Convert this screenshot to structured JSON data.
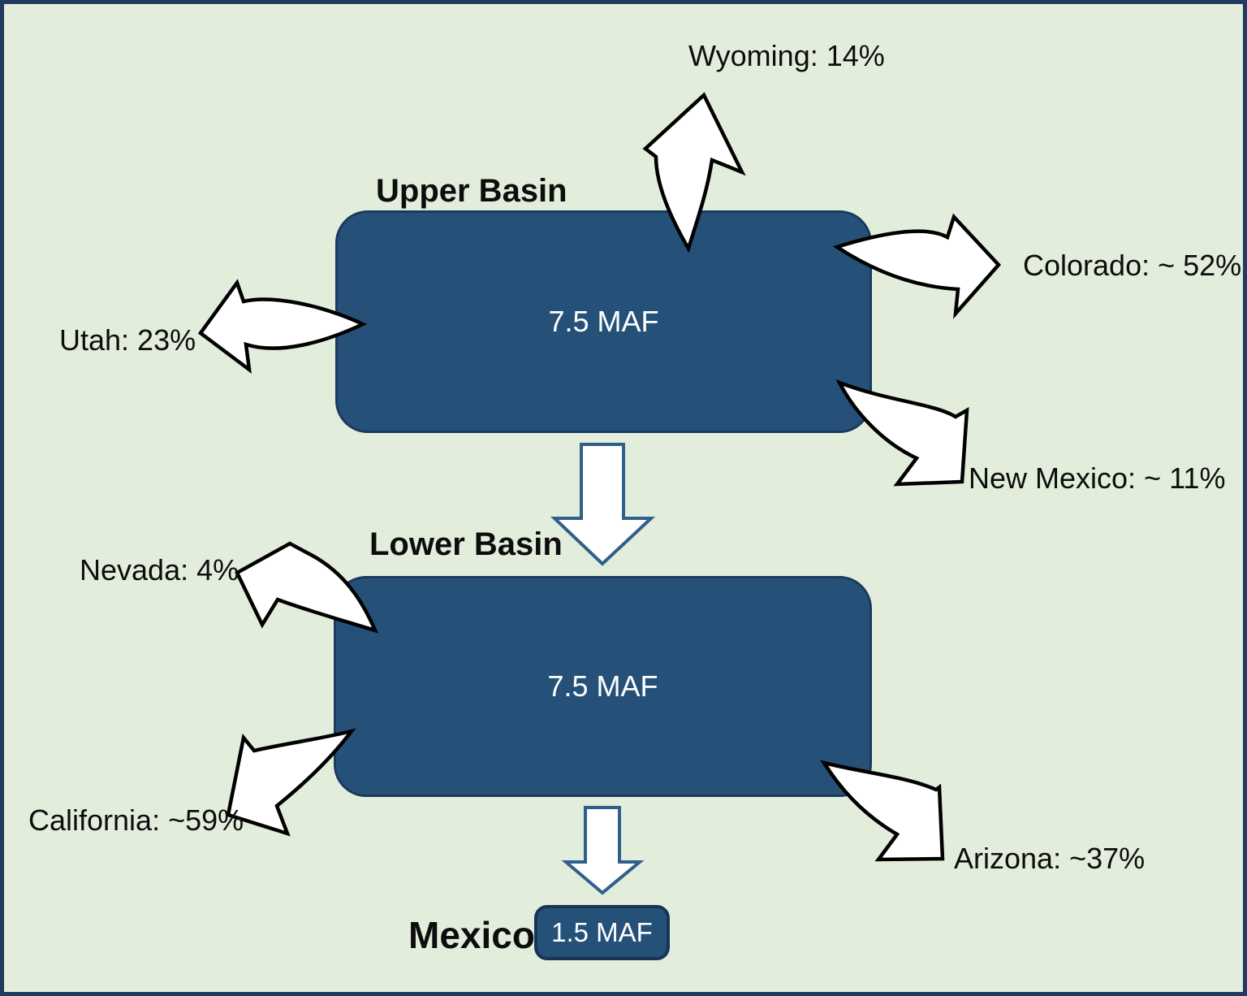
{
  "palette": {
    "background": "#e2eedb",
    "frame_border": "#203a61",
    "box_fill": "#255179",
    "box_border": "#1a3a5e",
    "down_arrow_stroke": "#2f608c",
    "curved_arrow_fill": "#ffffff",
    "curved_arrow_stroke": "#000000",
    "text": "#0d0d0d",
    "box_text": "#ffffff"
  },
  "upper_basin": {
    "label": "Upper Basin",
    "value": "7.5 MAF",
    "allocations": {
      "wyoming": "Wyoming: 14%",
      "colorado": "Colorado: ~ 52%",
      "utah": "Utah: 23%",
      "new_mexico": "New Mexico: ~ 11%"
    }
  },
  "lower_basin": {
    "label": "Lower Basin",
    "value": "7.5 MAF",
    "allocations": {
      "nevada": "Nevada: 4%",
      "california": "California: ~59%",
      "arizona": "Arizona: ~37%"
    }
  },
  "mexico": {
    "label": "Mexico",
    "value": "1.5 MAF"
  }
}
